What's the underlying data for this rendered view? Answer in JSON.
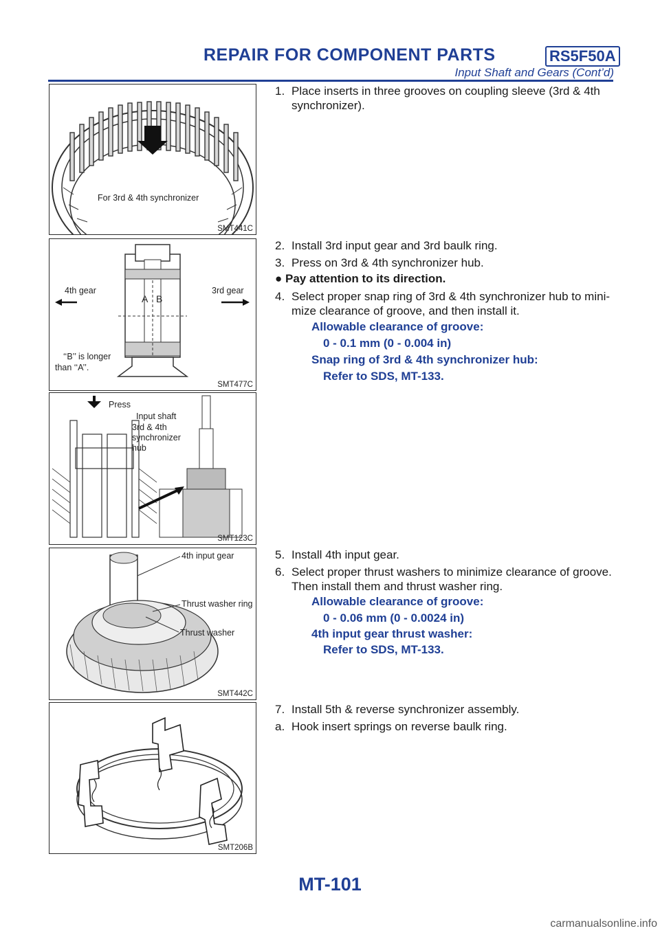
{
  "header": {
    "title": "REPAIR FOR COMPONENT PARTS",
    "badge": "RS5F50A",
    "subtitle": "Input Shaft and Gears (Cont’d)"
  },
  "figures": {
    "fig1": {
      "code": "SMT441C",
      "label": "For 3rd & 4th synchronizer"
    },
    "fig2": {
      "code": "SMT477C",
      "left_label": "4th gear",
      "right_label": "3rd gear",
      "a": "A",
      "b": "B",
      "note1": "‘‘B’’ is longer",
      "note2": "than ‘‘A’’."
    },
    "fig3": {
      "code": "SMT123C",
      "press": "Press",
      "l1": "Input shaft",
      "l2": "3rd & 4th",
      "l3": "synchronizer",
      "l4": "hub"
    },
    "fig4": {
      "code": "SMT442C",
      "l1": "4th input gear",
      "l2": "Thrust washer ring",
      "l3": "Thrust washer"
    },
    "fig5": {
      "code": "SMT206B"
    }
  },
  "steps": {
    "s1_num": "1.",
    "s1": "Place inserts in three grooves on coupling sleeve (3rd & 4th synchronizer).",
    "s2_num": "2.",
    "s2": "Install 3rd input gear and 3rd baulk ring.",
    "s3_num": "3.",
    "s3": "Press on 3rd & 4th synchronizer hub.",
    "bullet": "Pay attention to its direction.",
    "s4_num": "4.",
    "s4": "Select proper snap ring of 3rd & 4th synchronizer hub to mini-mize clearance of groove, and then install it.",
    "spec4a_label": "Allowable clearance of groove:",
    "spec4a_value": "0 - 0.1 mm (0 - 0.004 in)",
    "spec4b_label": "Snap ring of 3rd & 4th synchronizer hub:",
    "spec4b_value": "Refer to SDS, MT-133.",
    "s5_num": "5.",
    "s5": "Install 4th input gear.",
    "s6_num": "6.",
    "s6": "Select proper thrust washers to minimize clearance of groove. Then install them and thrust washer ring.",
    "spec6a_label": "Allowable clearance of groove:",
    "spec6a_value": "0 - 0.06 mm (0 - 0.0024 in)",
    "spec6b_label": "4th input gear thrust washer:",
    "spec6b_value": "Refer to SDS, MT-133.",
    "s7_num": "7.",
    "s7": "Install 5th & reverse synchronizer assembly.",
    "sa_num": "a.",
    "sa": "Hook insert springs on reverse baulk ring."
  },
  "footer": {
    "page": "MT-101",
    "watermark": "carmanualsonline.info"
  }
}
